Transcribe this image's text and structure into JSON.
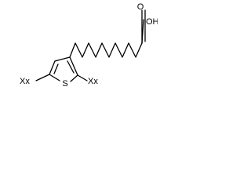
{
  "molecule": {
    "labels": {
      "acid_group": "OH",
      "acid_carbonyl_oxygen": "O",
      "ring_heteroatom": "S",
      "left_substituent": "Xx",
      "right_substituent": "Xx"
    },
    "colors": {
      "bond": "#000000",
      "text": "#000000",
      "background": "#ffffff"
    }
  }
}
